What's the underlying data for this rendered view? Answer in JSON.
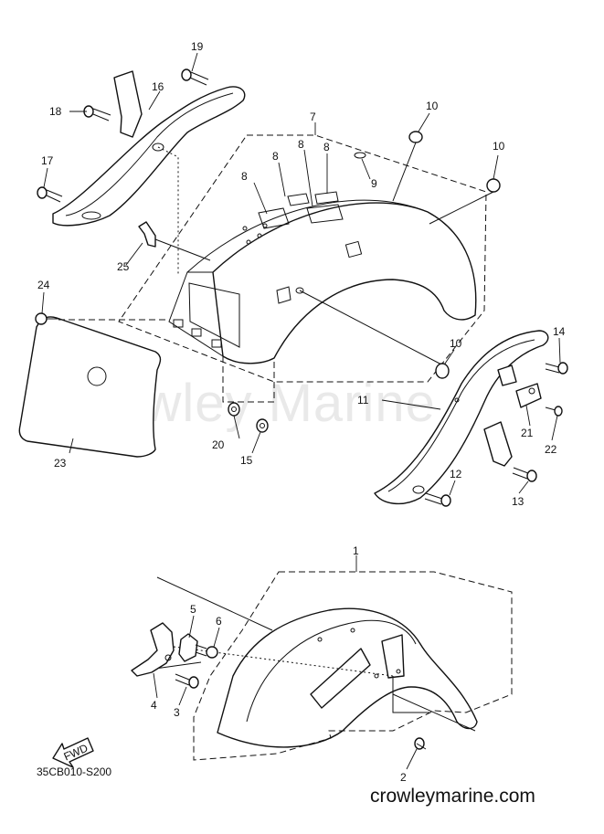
{
  "diagram": {
    "code": "35CB010-S200",
    "website": "crowleymarine.com",
    "watermark": "Crowley Marine",
    "fwd_label": "FWD",
    "callouts": [
      "1",
      "2",
      "3",
      "4",
      "5",
      "6",
      "7",
      "8",
      "8",
      "8",
      "8",
      "9",
      "10",
      "10",
      "10",
      "11",
      "12",
      "13",
      "14",
      "15",
      "16",
      "17",
      "18",
      "19",
      "20",
      "21",
      "22",
      "23",
      "24",
      "25"
    ]
  }
}
